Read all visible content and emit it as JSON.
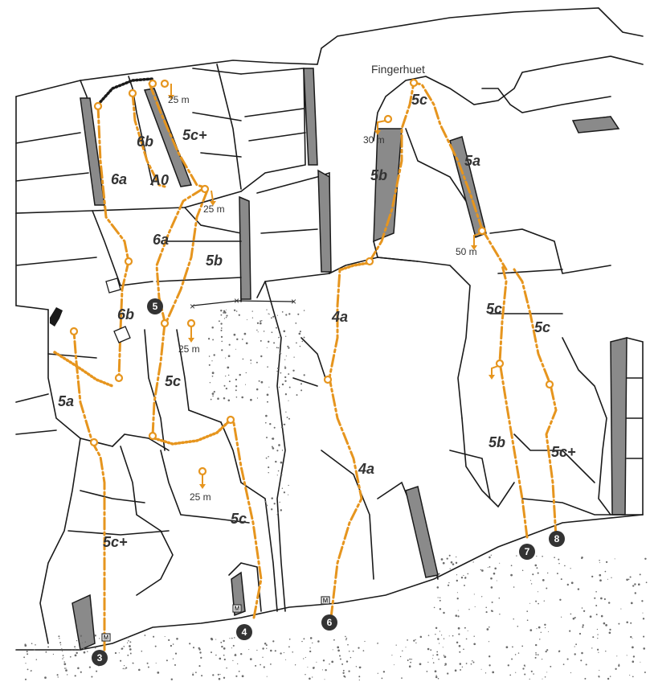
{
  "title": "Fingerhuet",
  "grades": [
    {
      "id": "g-6b-top",
      "text": "6b"
    },
    {
      "id": "g-5cplus-top",
      "text": "5c+"
    },
    {
      "id": "g-6a-left",
      "text": "6a"
    },
    {
      "id": "g-a0",
      "text": "A0"
    },
    {
      "id": "g-6a-mid",
      "text": "6a"
    },
    {
      "id": "g-5b-mid",
      "text": "5b"
    },
    {
      "id": "g-6b-low",
      "text": "6b"
    },
    {
      "id": "g-5a-left",
      "text": "5a"
    },
    {
      "id": "g-5c-5",
      "text": "5c"
    },
    {
      "id": "g-5cplus-3",
      "text": "5c+"
    },
    {
      "id": "g-5c-4",
      "text": "5c"
    },
    {
      "id": "g-4a-upper",
      "text": "4a"
    },
    {
      "id": "g-4a-lower",
      "text": "4a"
    },
    {
      "id": "g-5c-finger",
      "text": "5c"
    },
    {
      "id": "g-5b-finger",
      "text": "5b"
    },
    {
      "id": "g-5a-right",
      "text": "5a"
    },
    {
      "id": "g-5c-7",
      "text": "5c"
    },
    {
      "id": "g-5c-8",
      "text": "5c"
    },
    {
      "id": "g-5b-7",
      "text": "5b"
    },
    {
      "id": "g-5cplus-8",
      "text": "5c+"
    }
  ],
  "rappels": [
    {
      "id": "r1",
      "text": "25 m"
    },
    {
      "id": "r2",
      "text": "25 m"
    },
    {
      "id": "r3",
      "text": "25 m"
    },
    {
      "id": "r4",
      "text": "25 m"
    },
    {
      "id": "r5",
      "text": "30 m"
    },
    {
      "id": "r6",
      "text": "50 m"
    }
  ],
  "route_numbers": [
    "3",
    "4",
    "5",
    "6",
    "7",
    "8"
  ],
  "marker_label": "M",
  "colors": {
    "route": "#e6951e",
    "ink": "#1a1a1a",
    "number_fill": "#333333"
  }
}
